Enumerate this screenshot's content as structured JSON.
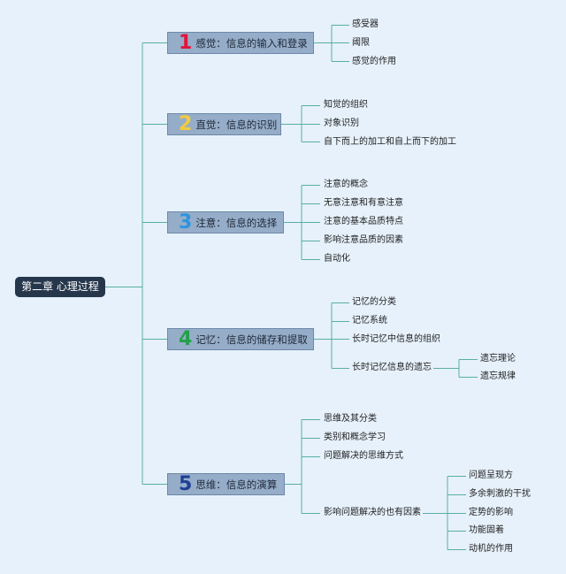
{
  "root": {
    "label": "第二章 心理过程"
  },
  "chapters": [
    {
      "number": "1",
      "color": "#e2143c",
      "title": "感觉：信息的输入和登录",
      "items": [
        "感受器",
        "阈限",
        "感觉的作用"
      ]
    },
    {
      "number": "2",
      "color": "#f2cc3c",
      "title": "直觉：信息的识别",
      "items": [
        "知觉的组织",
        "对象识别",
        "自下而上的加工和自上而下的加工"
      ]
    },
    {
      "number": "3",
      "color": "#2f93e0",
      "title": "注意：信息的选择",
      "items": [
        "注意的概念",
        "无意注意和有意注意",
        "注意的基本品质特点",
        "影响注意品质的因素",
        "自动化"
      ]
    },
    {
      "number": "4",
      "color": "#25a04a",
      "title": "记忆：信息的储存和提取",
      "items": [
        "记忆的分类",
        "记忆系统",
        "长时记忆中信息的组织",
        "长时记忆信息的遗忘"
      ],
      "sub_items": [
        "遗忘理论",
        "遗忘规律"
      ]
    },
    {
      "number": "5",
      "color": "#1f3f96",
      "title": "思维：信息的演算",
      "items": [
        "思维及其分类",
        "类别和概念学习",
        "问题解决的思维方式",
        "影响问题解决的也有因素"
      ],
      "sub_items": [
        "问题呈现方",
        "多余刺激的干扰",
        "定势的影响",
        "功能固着",
        "动机的作用"
      ]
    }
  ],
  "colors": {
    "background": "#e6f1fb",
    "line": "#5aaea6",
    "root_fill": "#26374c",
    "chapter_fill": "#95adc8"
  }
}
